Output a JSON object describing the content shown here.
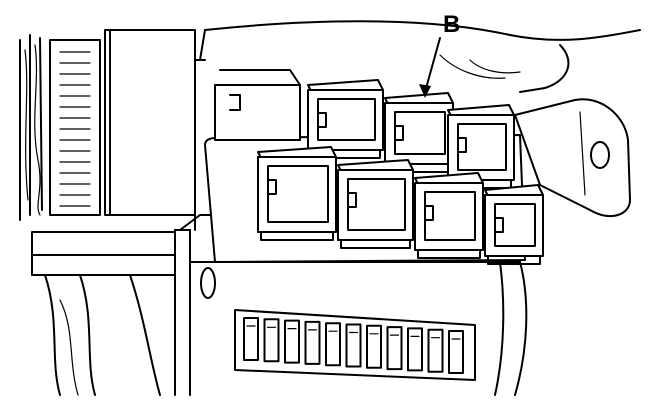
{
  "callout": {
    "label": "B"
  },
  "parts": {
    "relays": [
      {
        "name": "relay-upper-1"
      },
      {
        "name": "relay-upper-2"
      },
      {
        "name": "relay-upper-3"
      },
      {
        "name": "relay-lower-1"
      },
      {
        "name": "relay-lower-2"
      },
      {
        "name": "relay-lower-3"
      },
      {
        "name": "relay-lower-4"
      }
    ],
    "fuse_slot_count": 11
  },
  "colors": {
    "line": "#000000",
    "background": "#ffffff"
  }
}
